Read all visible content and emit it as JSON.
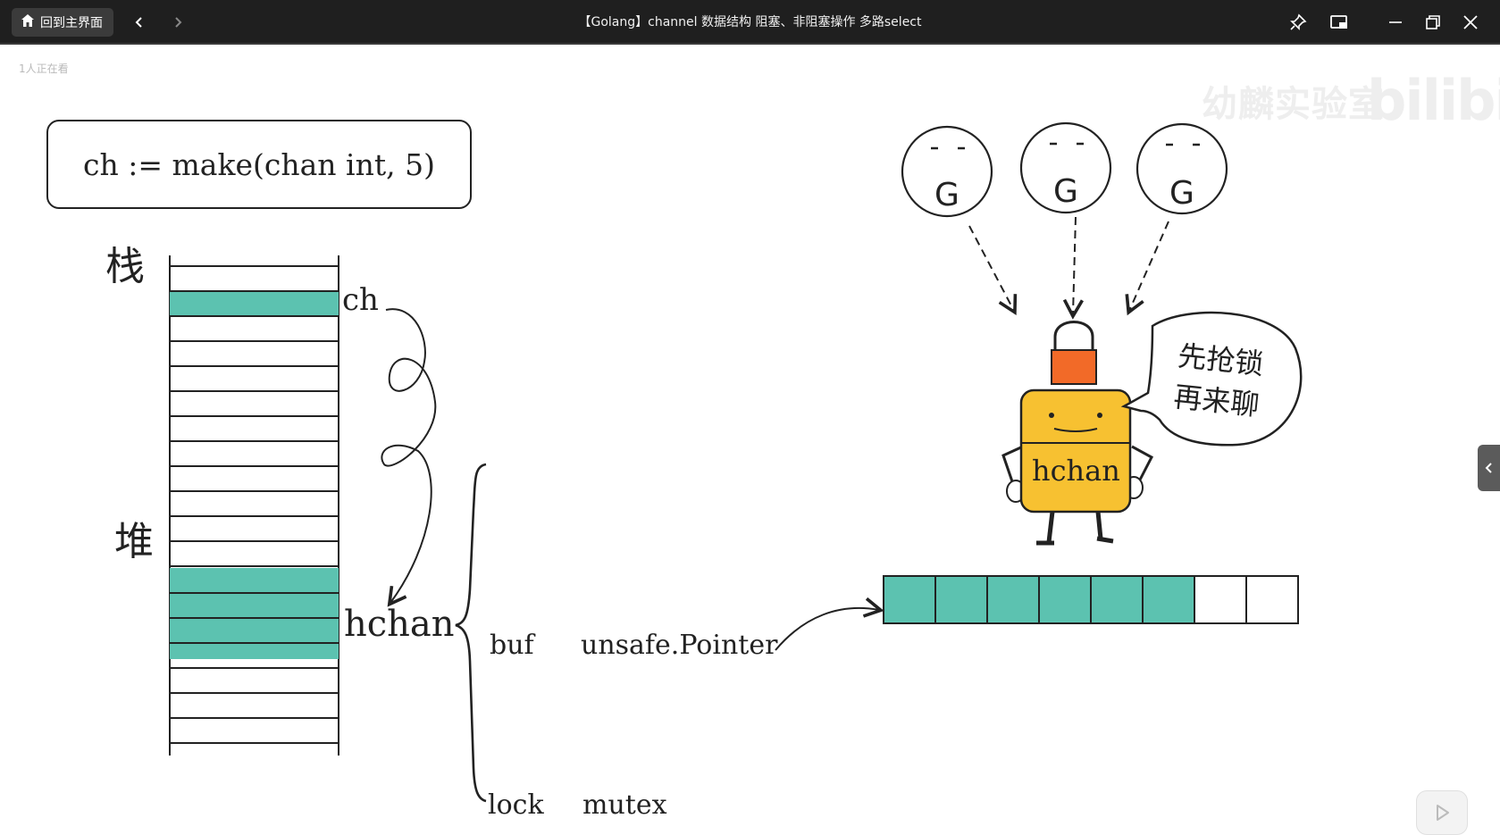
{
  "window": {
    "home_label": "回到主界面",
    "title": "【Golang】channel 数据结构 阻塞、非阻塞操作 多路select",
    "icons": [
      "home-icon",
      "back-icon",
      "forward-icon",
      "pin-icon",
      "picture-in-picture-icon",
      "minimize-icon",
      "restore-icon",
      "close-icon"
    ]
  },
  "video": {
    "viewer_count": "1人正在看",
    "watermark": "幼麟实验室",
    "watermark_logo": "bilibili",
    "code": "ch := make(chan int, 5)",
    "stack_label": "栈",
    "heap_label": "堆",
    "ch_label": "ch",
    "hchan_label": "hchan",
    "fields": [
      {
        "name": "buf",
        "type": "unsafe.Pointer"
      },
      {
        "name": "lock",
        "type": "mutex"
      }
    ],
    "goroutine_label": "G",
    "mascot_label": "hchan",
    "bubble_line1": "先抢锁",
    "bubble_line2": "再来聊",
    "buffer_filled": 6,
    "buffer_total": 8,
    "colors": {
      "teal": "#5cc2b0",
      "lock_orange": "#f26a28",
      "mascot_yellow": "#f7c131"
    }
  }
}
